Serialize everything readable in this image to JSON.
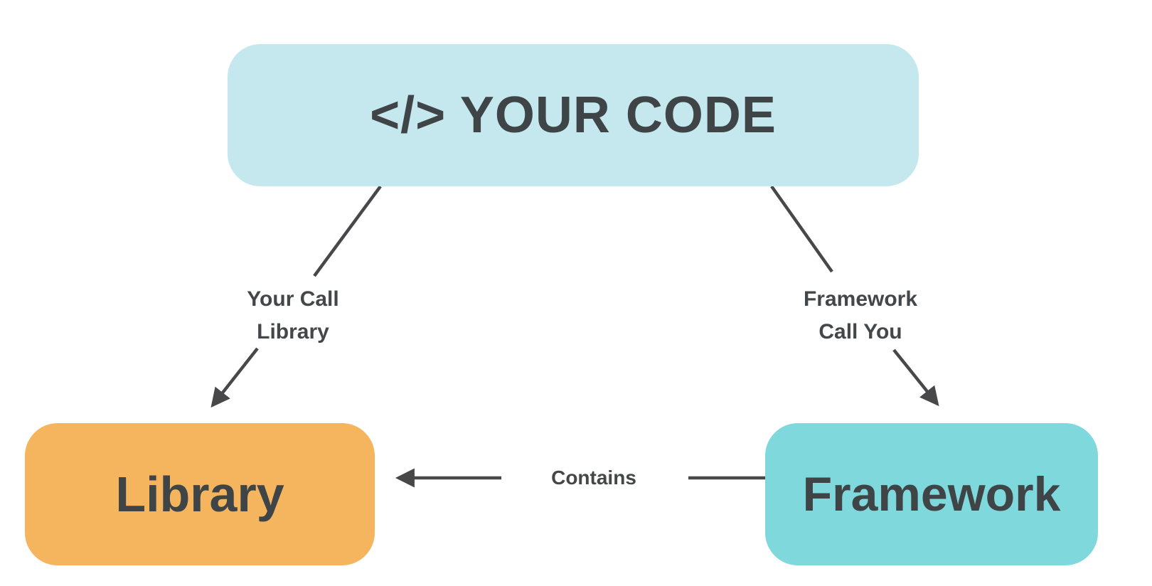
{
  "diagram": {
    "nodes": {
      "your_code": {
        "label": "</> YOUR CODE",
        "bg_color": "#C5E8EF"
      },
      "library": {
        "label": "Library",
        "bg_color": "#F4B55E"
      },
      "framework": {
        "label": "Framework",
        "bg_color": "#7ED8DC"
      }
    },
    "edges": {
      "your_call_library": {
        "line1": "Your Call",
        "line2": "Library",
        "from": "your_code",
        "to": "library"
      },
      "framework_call_you": {
        "line1": "Framework",
        "line2": "Call You",
        "from": "your_code",
        "to": "framework"
      },
      "contains": {
        "label": "Contains",
        "from": "framework",
        "to": "library"
      }
    },
    "colors": {
      "stroke": "#48484A",
      "text": "#414649",
      "background": "#FFFFFF"
    }
  }
}
